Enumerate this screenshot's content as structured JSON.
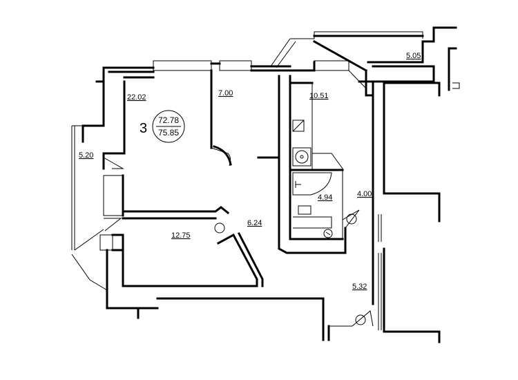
{
  "apartment": {
    "number": "3",
    "living_area": "72.78",
    "total_area": "75.85"
  },
  "rooms": [
    {
      "id": "room-living",
      "area": "22.02"
    },
    {
      "id": "room-hall",
      "area": "7.00"
    },
    {
      "id": "room-kitchen",
      "area": "10.51"
    },
    {
      "id": "room-balcony-right",
      "area": "5.05"
    },
    {
      "id": "room-loggia-left",
      "area": "5.20"
    },
    {
      "id": "room-bathroom",
      "area": "4.94"
    },
    {
      "id": "room-corridor-right",
      "area": "4.00"
    },
    {
      "id": "room-corridor",
      "area": "6.24"
    },
    {
      "id": "room-bedroom",
      "area": "12.75"
    },
    {
      "id": "room-entry",
      "area": "5.32"
    }
  ]
}
